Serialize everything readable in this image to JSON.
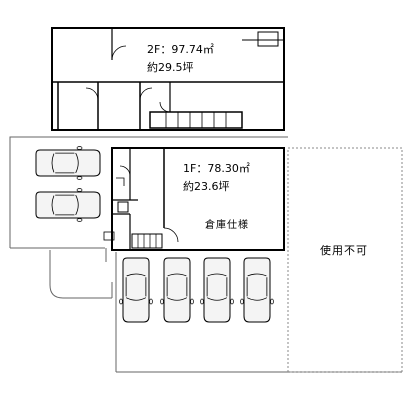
{
  "floor2": {
    "area": "2F：97.74㎡",
    "tsubo": "約29.5坪"
  },
  "floor1": {
    "area": "1F：78.30㎡",
    "tsubo": "約23.6坪",
    "note": "倉庫仕様"
  },
  "unusable_area": {
    "label": "使用不可"
  },
  "parking": {
    "side_cars": 2,
    "front_cars": 4
  },
  "colors": {
    "line": "#000000",
    "car_fill": "#f4f4f4",
    "background": "#ffffff"
  }
}
